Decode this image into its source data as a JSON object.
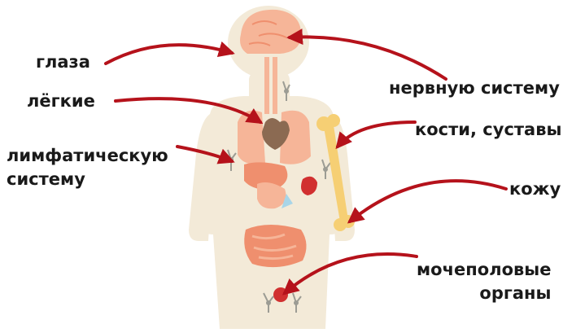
{
  "labels": {
    "eyes": "глаза",
    "lungs": "лёгкие",
    "lymphatic_line1": "лимфатическую",
    "lymphatic_line2": "систему",
    "nervous_system": "нервную систему",
    "bones_joints": "кости, суставы",
    "skin": "кожу",
    "genitourinary_line1": "мочеполовые",
    "genitourinary_line2": "органы"
  },
  "colors": {
    "arrow": "#b5121b",
    "body": "#f3ead8",
    "organ": "#f6b598",
    "organ_dark": "#ef8f6e",
    "bone": "#f6cf74",
    "lymph": "#9c9c94",
    "heart": "#8b6a52",
    "kidney": "#d13030"
  }
}
